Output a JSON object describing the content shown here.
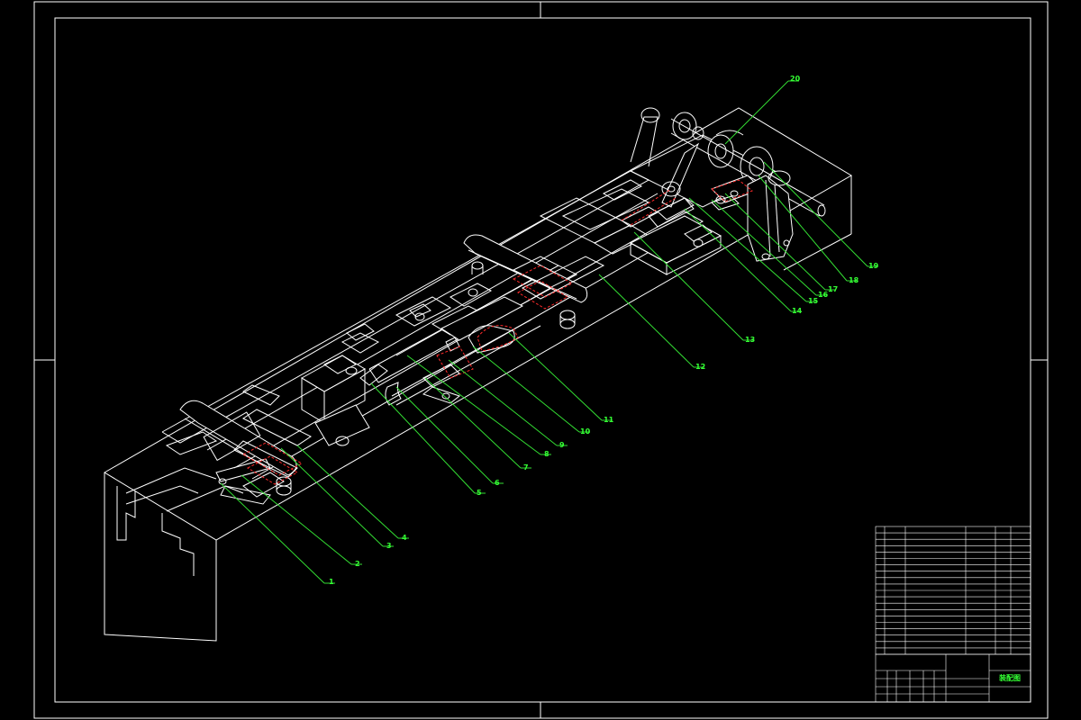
{
  "drawing": {
    "title": "装配图",
    "colors": {
      "background": "#000000",
      "lines": "#ffffff",
      "leaders": "#33dd33",
      "hidden": "#ff2a2a"
    }
  },
  "callouts": [
    {
      "label": "1"
    },
    {
      "label": "2"
    },
    {
      "label": "3"
    },
    {
      "label": "4"
    },
    {
      "label": "5"
    },
    {
      "label": "6"
    },
    {
      "label": "7"
    },
    {
      "label": "8"
    },
    {
      "label": "9"
    },
    {
      "label": "10"
    },
    {
      "label": "11"
    },
    {
      "label": "12"
    },
    {
      "label": "13"
    },
    {
      "label": "14"
    },
    {
      "label": "15"
    },
    {
      "label": "16"
    },
    {
      "label": "17"
    },
    {
      "label": "18"
    },
    {
      "label": "19"
    },
    {
      "label": "20"
    }
  ]
}
